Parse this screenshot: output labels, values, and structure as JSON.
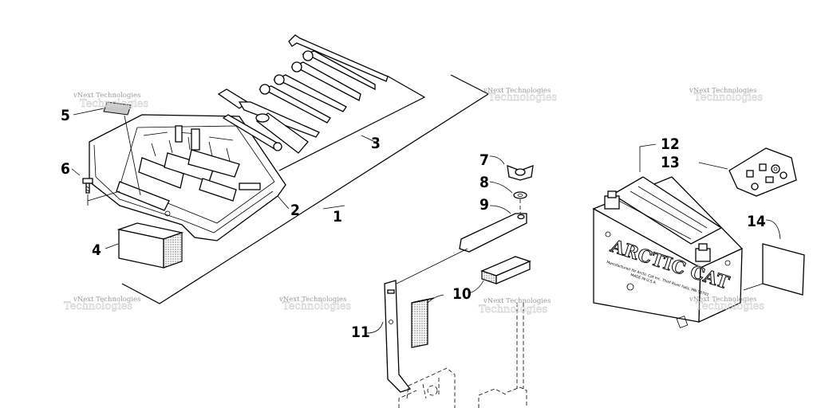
{
  "callouts": {
    "c1": "1",
    "c2": "2",
    "c3": "3",
    "c4": "4",
    "c5": "5",
    "c6": "6",
    "c7": "7",
    "c8": "8",
    "c9": "9",
    "c10": "10",
    "c11": "11",
    "c12": "12",
    "c13": "13",
    "c14": "14"
  },
  "watermark": {
    "small": "vNext Technologies",
    "big": "Technologies"
  },
  "battery": {
    "brand": "ARCTIC CAT",
    "brand_mark": "®",
    "caption_line1": "Manufactured for Arctic Cat Inc. Thief River Falls, MN 56701",
    "caption_line2": "MADE IN U.S.A."
  },
  "colors": {
    "line": "#000000",
    "background": "#ffffff",
    "watermark": "#9a9a9a",
    "shading": "#c8c8c8"
  }
}
